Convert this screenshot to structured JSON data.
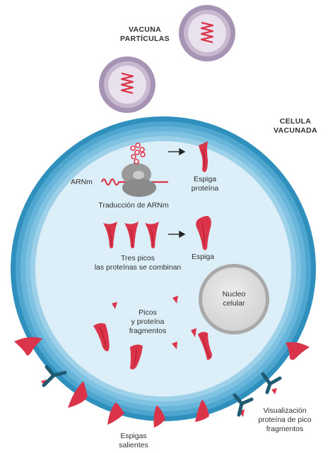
{
  "labels": {
    "vacuna_1": "VACUNA",
    "vacuna_2": "PARTÍCULAS",
    "celula_1": "CELULA",
    "celula_2": "VACUNADA",
    "arnm": "ARNm",
    "espiga_proteina_1": "Espiga",
    "espiga_proteina_2": "proteína",
    "traduccion": "Traducción de ARNm",
    "tres_picos_1": "Tres picos",
    "tres_picos_2": "las proteínas se combinan",
    "espiga": "Espiga",
    "nucleo_1": "Nucleo",
    "nucleo_2": "celular",
    "picos_1": "Picos",
    "picos_2": "y proteína",
    "picos_3": "fragmentos",
    "visualizacion_1": "Visualización",
    "visualizacion_2": "proteína de pico",
    "visualizacion_3": "fragmentos",
    "espigas_1": "Espigas",
    "espigas_2": "salientes"
  },
  "colors": {
    "cell_inner": "#dceef7",
    "cell_ring_dark": "#4ea6cf",
    "cell_ring_light": "#8fcbe6",
    "spike_red": "#d9344a",
    "spike_dark": "#b81f35",
    "particle_purple": "#9b86a8",
    "particle_inner": "#e6dcea",
    "nucleus_gray": "#b9b9b9",
    "antibody_teal": "#1f5a73",
    "ribosome_gray": "#8e8e8e"
  }
}
